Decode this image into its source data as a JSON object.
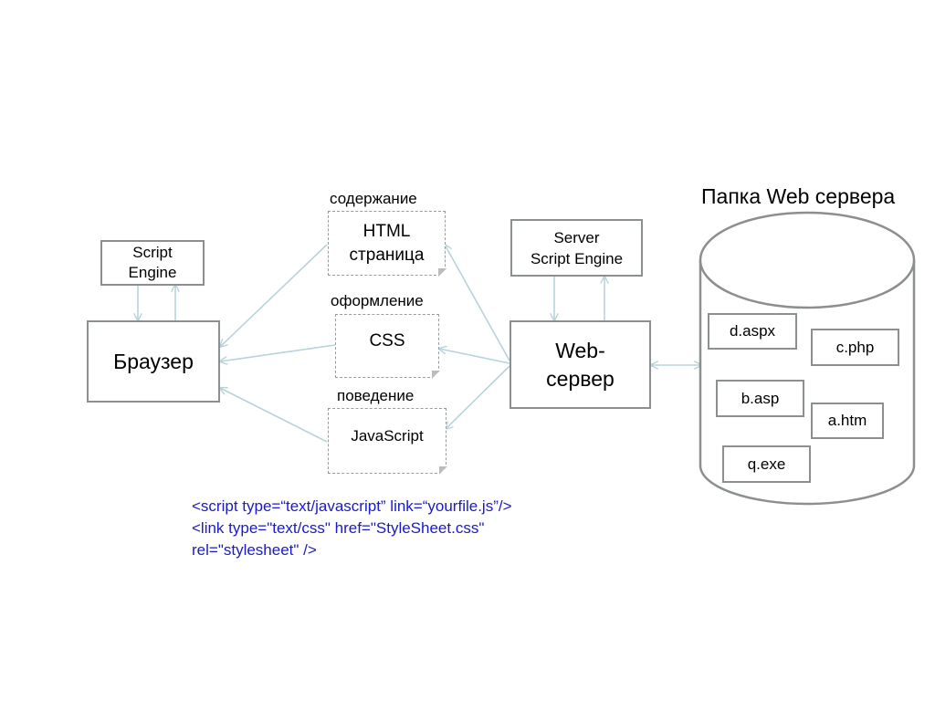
{
  "colors": {
    "box_border": "#8c8f8f",
    "arrow": "#b9d3da",
    "code_text": "#1a1acc"
  },
  "browser": {
    "label": "Браузер",
    "script_engine": [
      "Script",
      "Engine"
    ]
  },
  "documents": {
    "html": {
      "caption": "содержание",
      "lines": [
        "HTML",
        "страница"
      ]
    },
    "css": {
      "caption": "оформление",
      "label": "CSS"
    },
    "js": {
      "caption": "поведение",
      "label": "JavaScript"
    }
  },
  "web_server": {
    "lines": [
      "Web-",
      "сервер"
    ],
    "script_engine": [
      "Server",
      "Script Engine"
    ]
  },
  "folder": {
    "title": "Папка Web сервера",
    "files": [
      "d.aspx",
      "c.php",
      "b.asp",
      "a.htm",
      "q.exe"
    ]
  },
  "code_snippet": [
    "<script type=“text/javascript” link=“yourfile.js”/>",
    "<link type=\"text/css\" href=\"StyleSheet.css\"",
    "rel=\"stylesheet\" />"
  ]
}
